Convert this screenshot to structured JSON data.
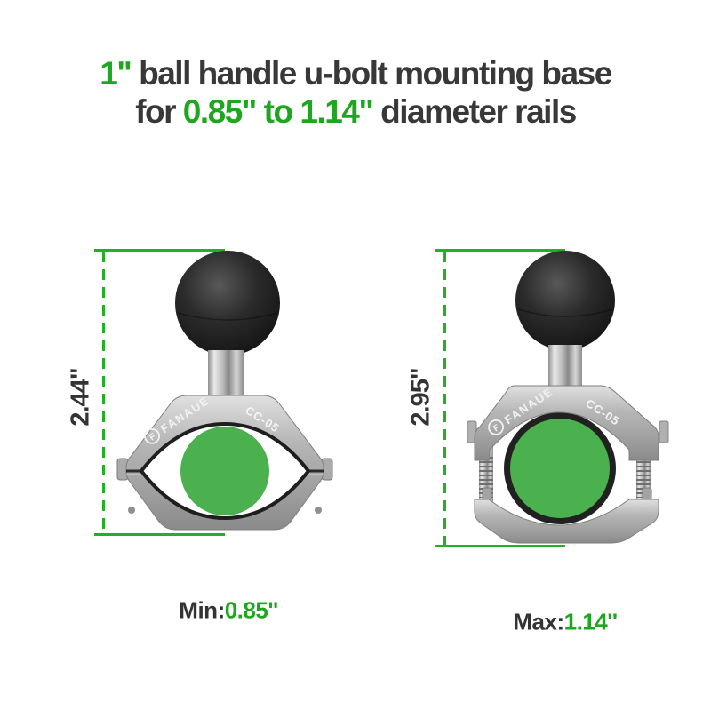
{
  "title": {
    "line1_highlight": "1\"",
    "line1_rest": " ball handle u-bolt mounting base",
    "line2_prefix": "for ",
    "line2_highlight": "0.85\" to 1.14\"",
    "line2_suffix": " diameter rails"
  },
  "products": {
    "left": {
      "brand": "FANAUE",
      "logo_letter": "F",
      "model": "CC-05",
      "height": "2.44\""
    },
    "right": {
      "brand": "FANAUE",
      "logo_letter": "F",
      "model": "CC-05",
      "height": "2.95\""
    }
  },
  "labels": {
    "min_prefix": "Min:",
    "min_value": "0.85''",
    "max_prefix": "Max:",
    "max_value": "1.14''"
  },
  "colors": {
    "accent_green": "#1EA71E",
    "dimension_line_green": "#22B122",
    "rail_circle_green": "#4BB04E",
    "dark_text": "#383838"
  }
}
